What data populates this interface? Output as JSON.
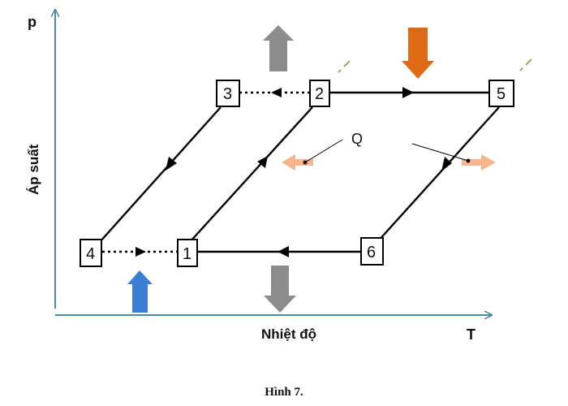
{
  "axes": {
    "y_label": "p",
    "x_label": "T",
    "y_title": "Áp suất",
    "x_title": "Nhiệt độ"
  },
  "nodes": [
    "1",
    "2",
    "3",
    "4",
    "5",
    "6"
  ],
  "heat_label": "Q",
  "caption": "Hình 7.",
  "colors": {
    "axis": "#4a8ba8",
    "line": "#000000",
    "orange_arrow": "#e06a14",
    "gray_arrow": "#8c8c8c",
    "blue_arrow": "#3a7fd5",
    "heat_arrow": "#f6b48b",
    "dash": "#8a9a3c"
  }
}
